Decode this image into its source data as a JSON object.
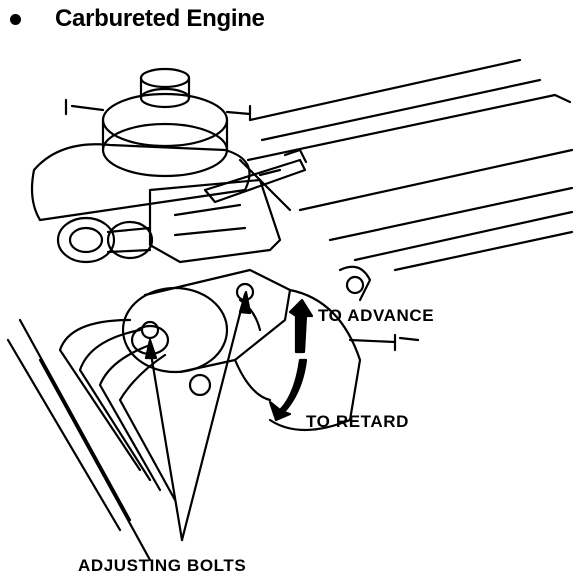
{
  "heading": {
    "bullet_icon": "bullet-dot-icon",
    "text": "Carbureted Engine"
  },
  "callouts": {
    "advance": "TO ADVANCE",
    "retard": "TO RETARD",
    "bolts": "ADJUSTING BOLTS"
  }
}
